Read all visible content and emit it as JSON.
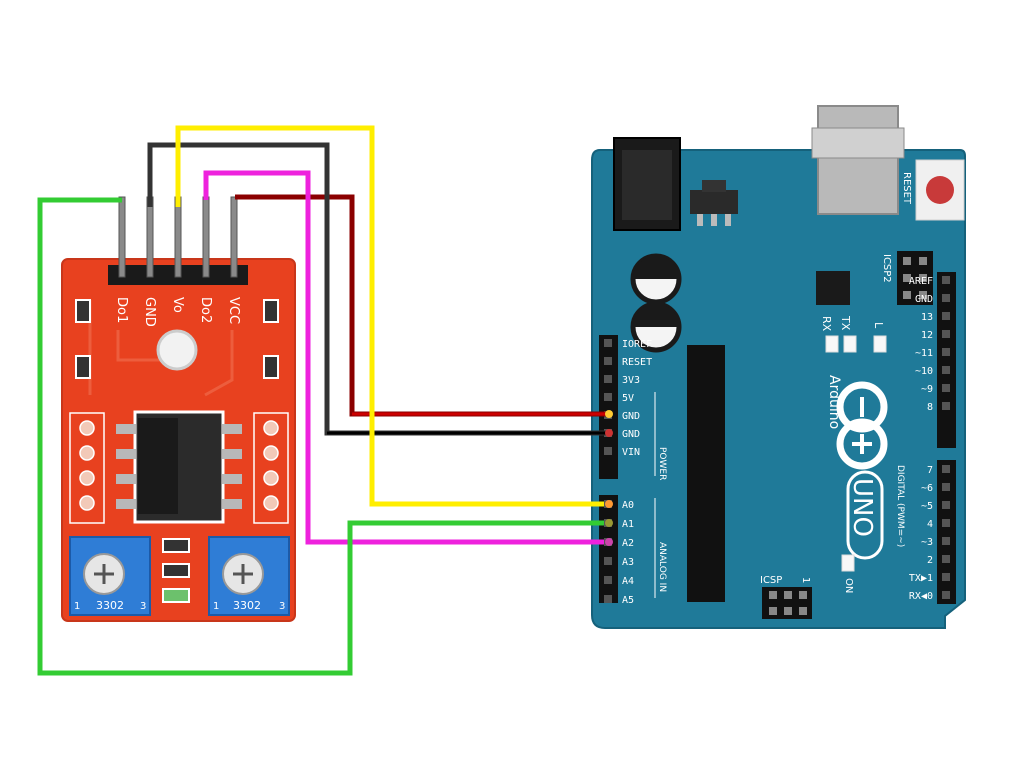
{
  "sensor_module": {
    "pin_labels": [
      "Do1",
      "GND",
      "Vo",
      "Do2",
      "VCC"
    ],
    "pot_left_label": "3302",
    "pot_right_label": "3302",
    "pot_pin1": "1",
    "pot_pin3": "3"
  },
  "arduino": {
    "brand": "Arduino",
    "model": "UNO",
    "reset_label": "RESET",
    "icsp2_label": "ICSP2",
    "icsp_label": "ICSP",
    "icsp_pin1": "1",
    "on_label": "ON",
    "led_l": "L",
    "led_tx": "TX",
    "led_rx": "RX",
    "power_header_label": "POWER",
    "analog_header_label": "ANALOG IN",
    "digital_header_label": "DIGITAL (PWM=~)",
    "power_pins": [
      "IOREF",
      "RESET",
      "3V3",
      "5V",
      "GND",
      "GND",
      "VIN"
    ],
    "analog_pins": [
      "A0",
      "A1",
      "A2",
      "A3",
      "A4",
      "A5"
    ],
    "digital_top_pins": [
      "AREF",
      "GND",
      "13",
      "12",
      "~11",
      "~10",
      "~9",
      "8"
    ],
    "digital_bottom_pins": [
      "7",
      "~6",
      "~5",
      "4",
      "~3",
      "2",
      "TX▶1",
      "RX◀0"
    ]
  },
  "colors": {
    "board": "#1f7a99",
    "board_edge": "#15617b",
    "module": "#e8411f",
    "wire_vcc": "#8b0000",
    "wire_vcc_board": "#cc0000",
    "wire_gnd": "#333333",
    "wire_vo": "#ffee00",
    "wire_do2": "#ee22dd",
    "wire_do1": "#33cc33"
  }
}
